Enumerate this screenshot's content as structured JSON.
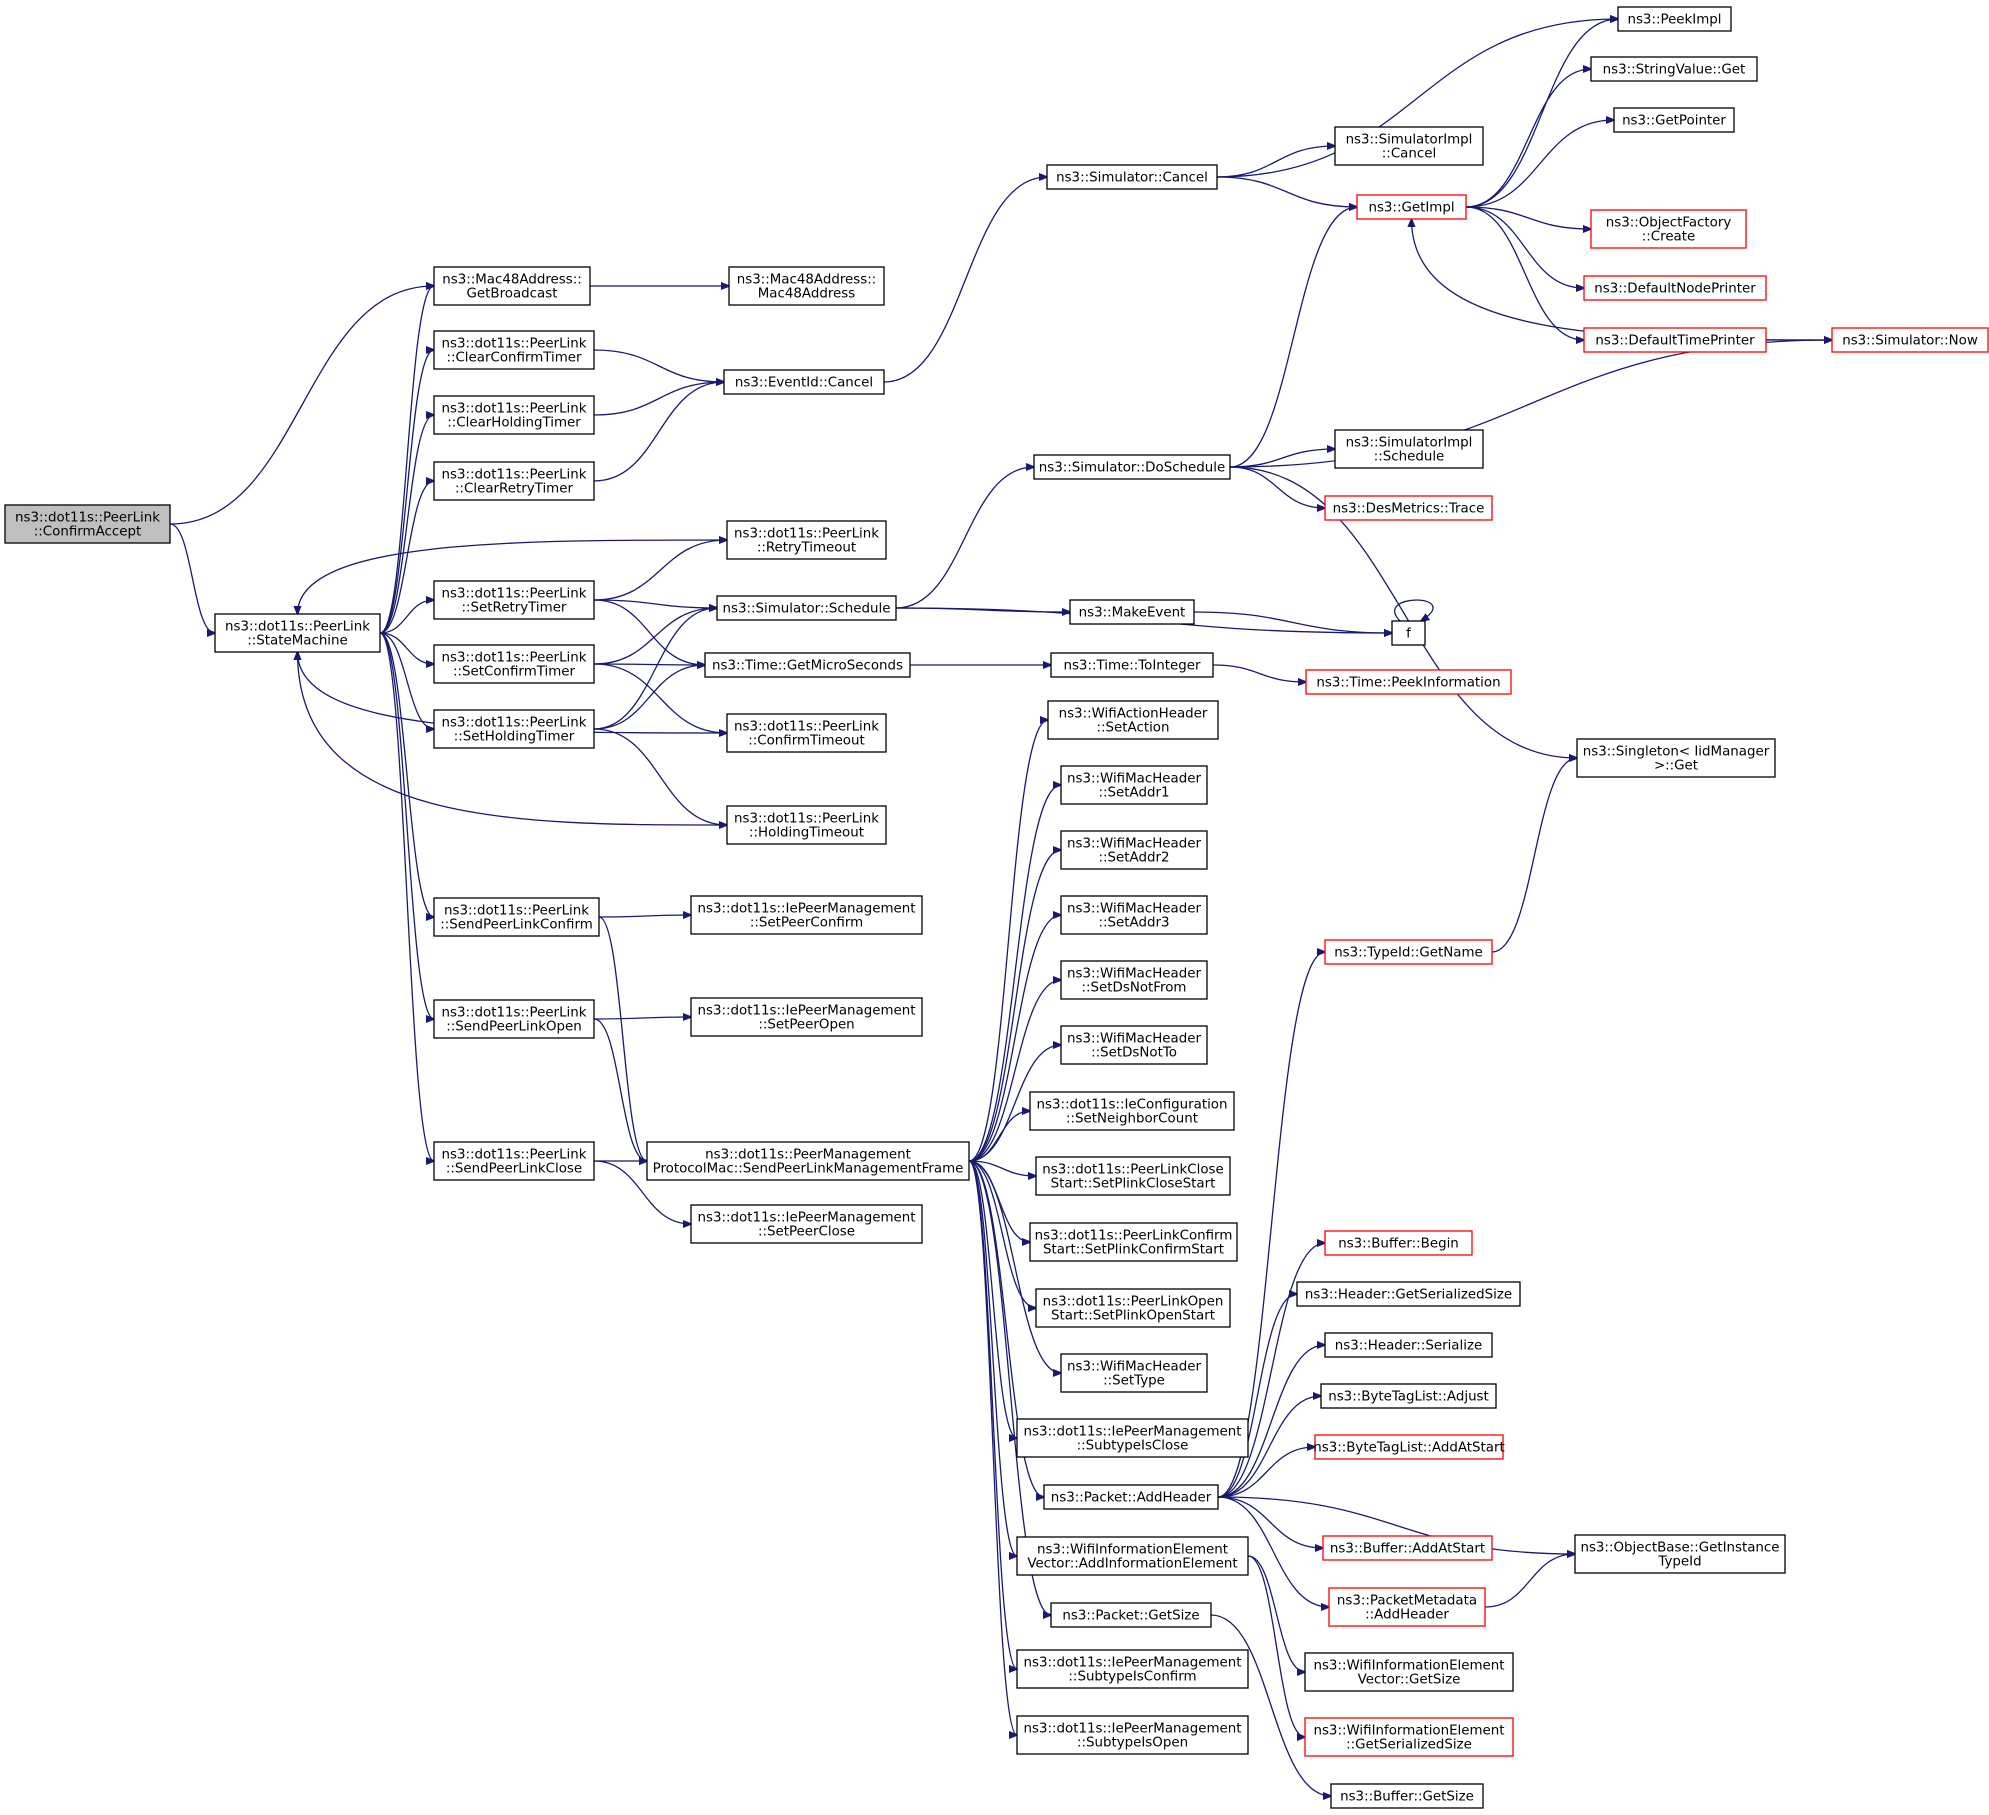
{
  "nodes": [
    {
      "id": "confirmAccept",
      "lines": [
        "ns3::dot11s::PeerLink",
        "::ConfirmAccept"
      ],
      "style": "root"
    },
    {
      "id": "stateMachine",
      "lines": [
        "ns3::dot11s::PeerLink",
        "::StateMachine"
      ],
      "style": "normal"
    },
    {
      "id": "getBroadcast",
      "lines": [
        "ns3::Mac48Address::",
        "GetBroadcast"
      ],
      "style": "normal"
    },
    {
      "id": "mac48ctor",
      "lines": [
        "ns3::Mac48Address::",
        "Mac48Address"
      ],
      "style": "normal"
    },
    {
      "id": "clearConfirm",
      "lines": [
        "ns3::dot11s::PeerLink",
        "::ClearConfirmTimer"
      ],
      "style": "normal"
    },
    {
      "id": "clearHolding",
      "lines": [
        "ns3::dot11s::PeerLink",
        "::ClearHoldingTimer"
      ],
      "style": "normal"
    },
    {
      "id": "clearRetry",
      "lines": [
        "ns3::dot11s::PeerLink",
        "::ClearRetryTimer"
      ],
      "style": "normal"
    },
    {
      "id": "eventCancel",
      "lines": [
        "ns3::EventId::Cancel"
      ],
      "style": "normal"
    },
    {
      "id": "simCancel",
      "lines": [
        "ns3::Simulator::Cancel"
      ],
      "style": "normal"
    },
    {
      "id": "peekImpl",
      "lines": [
        "ns3::PeekImpl"
      ],
      "style": "normal"
    },
    {
      "id": "stringGet",
      "lines": [
        "ns3::StringValue::Get"
      ],
      "style": "normal"
    },
    {
      "id": "getPointer",
      "lines": [
        "ns3::GetPointer"
      ],
      "style": "normal"
    },
    {
      "id": "simImplCancel",
      "lines": [
        "ns3::SimulatorImpl",
        "::Cancel"
      ],
      "style": "normal"
    },
    {
      "id": "getImpl",
      "lines": [
        "ns3::GetImpl"
      ],
      "style": "red"
    },
    {
      "id": "objFactory",
      "lines": [
        "ns3::ObjectFactory",
        "::Create"
      ],
      "style": "red"
    },
    {
      "id": "defNodePrinter",
      "lines": [
        "ns3::DefaultNodePrinter"
      ],
      "style": "red"
    },
    {
      "id": "defTimePrinter",
      "lines": [
        "ns3::DefaultTimePrinter"
      ],
      "style": "red"
    },
    {
      "id": "simNow",
      "lines": [
        "ns3::Simulator::Now"
      ],
      "style": "red"
    },
    {
      "id": "doSchedule",
      "lines": [
        "ns3::Simulator::DoSchedule"
      ],
      "style": "normal"
    },
    {
      "id": "simImplSchedule",
      "lines": [
        "ns3::SimulatorImpl",
        "::Schedule"
      ],
      "style": "normal"
    },
    {
      "id": "desTrace",
      "lines": [
        "ns3::DesMetrics::Trace"
      ],
      "style": "red"
    },
    {
      "id": "retryTimeout",
      "lines": [
        "ns3::dot11s::PeerLink",
        "::RetryTimeout"
      ],
      "style": "normal"
    },
    {
      "id": "setRetry",
      "lines": [
        "ns3::dot11s::PeerLink",
        "::SetRetryTimer"
      ],
      "style": "normal"
    },
    {
      "id": "simSchedule",
      "lines": [
        "ns3::Simulator::Schedule"
      ],
      "style": "normal"
    },
    {
      "id": "makeEvent",
      "lines": [
        "ns3::MakeEvent"
      ],
      "style": "normal"
    },
    {
      "id": "f",
      "lines": [
        "f"
      ],
      "style": "normal"
    },
    {
      "id": "setConfirm",
      "lines": [
        "ns3::dot11s::PeerLink",
        "::SetConfirmTimer"
      ],
      "style": "normal"
    },
    {
      "id": "getMicro",
      "lines": [
        "ns3::Time::GetMicroSeconds"
      ],
      "style": "normal"
    },
    {
      "id": "toInteger",
      "lines": [
        "ns3::Time::ToInteger"
      ],
      "style": "normal"
    },
    {
      "id": "peekInfo",
      "lines": [
        "ns3::Time::PeekInformation"
      ],
      "style": "red"
    },
    {
      "id": "setHolding",
      "lines": [
        "ns3::dot11s::PeerLink",
        "::SetHoldingTimer"
      ],
      "style": "normal"
    },
    {
      "id": "confirmTimeout",
      "lines": [
        "ns3::dot11s::PeerLink",
        "::ConfirmTimeout"
      ],
      "style": "normal"
    },
    {
      "id": "holdingTimeout",
      "lines": [
        "ns3::dot11s::PeerLink",
        "::HoldingTimeout"
      ],
      "style": "normal"
    },
    {
      "id": "singletonGet",
      "lines": [
        "ns3::Singleton< IidManager",
        ">::Get"
      ],
      "style": "normal"
    },
    {
      "id": "setAction",
      "lines": [
        "ns3::WifiActionHeader",
        "::SetAction"
      ],
      "style": "normal"
    },
    {
      "id": "setAddr1",
      "lines": [
        "ns3::WifiMacHeader",
        "::SetAddr1"
      ],
      "style": "normal"
    },
    {
      "id": "setAddr2",
      "lines": [
        "ns3::WifiMacHeader",
        "::SetAddr2"
      ],
      "style": "normal"
    },
    {
      "id": "setAddr3",
      "lines": [
        "ns3::WifiMacHeader",
        "::SetAddr3"
      ],
      "style": "normal"
    },
    {
      "id": "setDsNotFrom",
      "lines": [
        "ns3::WifiMacHeader",
        "::SetDsNotFrom"
      ],
      "style": "normal"
    },
    {
      "id": "setDsNotTo",
      "lines": [
        "ns3::WifiMacHeader",
        "::SetDsNotTo"
      ],
      "style": "normal"
    },
    {
      "id": "setNeighborCount",
      "lines": [
        "ns3::dot11s::IeConfiguration",
        "::SetNeighborCount"
      ],
      "style": "normal"
    },
    {
      "id": "setPlinkCloseStart",
      "lines": [
        "ns3::dot11s::PeerLinkClose",
        "Start::SetPlinkCloseStart"
      ],
      "style": "normal"
    },
    {
      "id": "setPlinkConfirmStart",
      "lines": [
        "ns3::dot11s::PeerLinkConfirm",
        "Start::SetPlinkConfirmStart"
      ],
      "style": "normal"
    },
    {
      "id": "setPlinkOpenStart",
      "lines": [
        "ns3::dot11s::PeerLinkOpen",
        "Start::SetPlinkOpenStart"
      ],
      "style": "normal"
    },
    {
      "id": "setType",
      "lines": [
        "ns3::WifiMacHeader",
        "::SetType"
      ],
      "style": "normal"
    },
    {
      "id": "subtypeIsClose",
      "lines": [
        "ns3::dot11s::IePeerManagement",
        "::SubtypeIsClose"
      ],
      "style": "normal"
    },
    {
      "id": "addHeader",
      "lines": [
        "ns3::Packet::AddHeader"
      ],
      "style": "normal"
    },
    {
      "id": "addInfoElement",
      "lines": [
        "ns3::WifiInformationElement",
        "Vector::AddInformationElement"
      ],
      "style": "normal"
    },
    {
      "id": "packetGetSize",
      "lines": [
        "ns3::Packet::GetSize"
      ],
      "style": "normal"
    },
    {
      "id": "subtypeIsConfirm",
      "lines": [
        "ns3::dot11s::IePeerManagement",
        "::SubtypeIsConfirm"
      ],
      "style": "normal"
    },
    {
      "id": "subtypeIsOpen",
      "lines": [
        "ns3::dot11s::IePeerManagement",
        "::SubtypeIsOpen"
      ],
      "style": "normal"
    },
    {
      "id": "sendConfirm",
      "lines": [
        "ns3::dot11s::PeerLink",
        "::SendPeerLinkConfirm"
      ],
      "style": "normal"
    },
    {
      "id": "setPeerConfirm",
      "lines": [
        "ns3::dot11s::IePeerManagement",
        "::SetPeerConfirm"
      ],
      "style": "normal"
    },
    {
      "id": "sendOpen",
      "lines": [
        "ns3::dot11s::PeerLink",
        "::SendPeerLinkOpen"
      ],
      "style": "normal"
    },
    {
      "id": "setPeerOpen",
      "lines": [
        "ns3::dot11s::IePeerManagement",
        "::SetPeerOpen"
      ],
      "style": "normal"
    },
    {
      "id": "sendClose",
      "lines": [
        "ns3::dot11s::PeerLink",
        "::SendPeerLinkClose"
      ],
      "style": "normal"
    },
    {
      "id": "sendMgmtFrame",
      "lines": [
        "ns3::dot11s::PeerManagement",
        "ProtocolMac::SendPeerLinkManagementFrame"
      ],
      "style": "normal"
    },
    {
      "id": "setPeerClose",
      "lines": [
        "ns3::dot11s::IePeerManagement",
        "::SetPeerClose"
      ],
      "style": "normal"
    },
    {
      "id": "typeIdGetName",
      "lines": [
        "ns3::TypeId::GetName"
      ],
      "style": "red"
    },
    {
      "id": "bufferBegin",
      "lines": [
        "ns3::Buffer::Begin"
      ],
      "style": "red"
    },
    {
      "id": "headerGetSerSize",
      "lines": [
        "ns3::Header::GetSerializedSize"
      ],
      "style": "normal"
    },
    {
      "id": "headerSerialize",
      "lines": [
        "ns3::Header::Serialize"
      ],
      "style": "normal"
    },
    {
      "id": "byteTagAdjust",
      "lines": [
        "ns3::ByteTagList::Adjust"
      ],
      "style": "normal"
    },
    {
      "id": "byteTagAddAtStart",
      "lines": [
        "ns3::ByteTagList::AddAtStart"
      ],
      "style": "red"
    },
    {
      "id": "bufferAddAtStart",
      "lines": [
        "ns3::Buffer::AddAtStart"
      ],
      "style": "red"
    },
    {
      "id": "getInstanceTypeId",
      "lines": [
        "ns3::ObjectBase::GetInstance",
        "TypeId"
      ],
      "style": "normal"
    },
    {
      "id": "metaAddHeader",
      "lines": [
        "ns3::PacketMetadata",
        "::AddHeader"
      ],
      "style": "red"
    },
    {
      "id": "wieVectorGetSize",
      "lines": [
        "ns3::WifiInformationElement",
        "Vector::GetSize"
      ],
      "style": "normal"
    },
    {
      "id": "wieGetSerSize",
      "lines": [
        "ns3::WifiInformationElement",
        "::GetSerializedSize"
      ],
      "style": "red"
    },
    {
      "id": "bufferGetSize",
      "lines": [
        "ns3::Buffer::GetSize"
      ],
      "style": "normal"
    }
  ],
  "edges": [
    [
      "confirmAccept",
      "getBroadcast"
    ],
    [
      "confirmAccept",
      "stateMachine"
    ],
    [
      "stateMachine",
      "getBroadcast"
    ],
    [
      "stateMachine",
      "clearConfirm"
    ],
    [
      "stateMachine",
      "clearHolding"
    ],
    [
      "stateMachine",
      "clearRetry"
    ],
    [
      "stateMachine",
      "setRetry"
    ],
    [
      "stateMachine",
      "setConfirm"
    ],
    [
      "stateMachine",
      "setHolding"
    ],
    [
      "stateMachine",
      "sendConfirm"
    ],
    [
      "stateMachine",
      "sendOpen"
    ],
    [
      "stateMachine",
      "sendClose"
    ],
    [
      "retryTimeout",
      "stateMachine"
    ],
    [
      "confirmTimeout",
      "stateMachine"
    ],
    [
      "holdingTimeout",
      "stateMachine"
    ],
    [
      "getBroadcast",
      "mac48ctor"
    ],
    [
      "clearConfirm",
      "eventCancel"
    ],
    [
      "clearHolding",
      "eventCancel"
    ],
    [
      "clearRetry",
      "eventCancel"
    ],
    [
      "eventCancel",
      "simCancel"
    ],
    [
      "simCancel",
      "peekImpl"
    ],
    [
      "simCancel",
      "simImplCancel"
    ],
    [
      "simCancel",
      "getImpl"
    ],
    [
      "getImpl",
      "peekImpl"
    ],
    [
      "getImpl",
      "stringGet"
    ],
    [
      "getImpl",
      "getPointer"
    ],
    [
      "getImpl",
      "objFactory"
    ],
    [
      "getImpl",
      "defNodePrinter"
    ],
    [
      "getImpl",
      "defTimePrinter"
    ],
    [
      "defTimePrinter",
      "simNow"
    ],
    [
      "simNow",
      "getImpl"
    ],
    [
      "setRetry",
      "retryTimeout"
    ],
    [
      "setRetry",
      "simSchedule"
    ],
    [
      "setRetry",
      "getMicro"
    ],
    [
      "setConfirm",
      "simSchedule"
    ],
    [
      "setConfirm",
      "getMicro"
    ],
    [
      "setConfirm",
      "confirmTimeout"
    ],
    [
      "setHolding",
      "simSchedule"
    ],
    [
      "setHolding",
      "getMicro"
    ],
    [
      "setHolding",
      "holdingTimeout"
    ],
    [
      "simSchedule",
      "doSchedule"
    ],
    [
      "simSchedule",
      "makeEvent"
    ],
    [
      "simSchedule",
      "f"
    ],
    [
      "makeEvent",
      "f"
    ],
    [
      "f",
      "f"
    ],
    [
      "doSchedule",
      "getImpl"
    ],
    [
      "doSchedule",
      "simNow"
    ],
    [
      "doSchedule",
      "simImplSchedule"
    ],
    [
      "doSchedule",
      "desTrace"
    ],
    [
      "doSchedule",
      "singletonGet"
    ],
    [
      "getMicro",
      "toInteger"
    ],
    [
      "toInteger",
      "peekInfo"
    ],
    [
      "sendConfirm",
      "setPeerConfirm"
    ],
    [
      "sendConfirm",
      "sendMgmtFrame"
    ],
    [
      "sendOpen",
      "setPeerOpen"
    ],
    [
      "sendOpen",
      "sendMgmtFrame"
    ],
    [
      "sendClose",
      "sendMgmtFrame"
    ],
    [
      "sendClose",
      "setPeerClose"
    ],
    [
      "sendMgmtFrame",
      "setAction"
    ],
    [
      "sendMgmtFrame",
      "setAddr1"
    ],
    [
      "sendMgmtFrame",
      "setAddr2"
    ],
    [
      "sendMgmtFrame",
      "setAddr3"
    ],
    [
      "sendMgmtFrame",
      "setDsNotFrom"
    ],
    [
      "sendMgmtFrame",
      "setDsNotTo"
    ],
    [
      "sendMgmtFrame",
      "setNeighborCount"
    ],
    [
      "sendMgmtFrame",
      "setPlinkCloseStart"
    ],
    [
      "sendMgmtFrame",
      "setPlinkConfirmStart"
    ],
    [
      "sendMgmtFrame",
      "setPlinkOpenStart"
    ],
    [
      "sendMgmtFrame",
      "setType"
    ],
    [
      "sendMgmtFrame",
      "subtypeIsClose"
    ],
    [
      "sendMgmtFrame",
      "addHeader"
    ],
    [
      "sendMgmtFrame",
      "addInfoElement"
    ],
    [
      "sendMgmtFrame",
      "packetGetSize"
    ],
    [
      "sendMgmtFrame",
      "subtypeIsConfirm"
    ],
    [
      "sendMgmtFrame",
      "subtypeIsOpen"
    ],
    [
      "addHeader",
      "typeIdGetName"
    ],
    [
      "addHeader",
      "bufferBegin"
    ],
    [
      "addHeader",
      "headerGetSerSize"
    ],
    [
      "addHeader",
      "headerSerialize"
    ],
    [
      "addHeader",
      "byteTagAdjust"
    ],
    [
      "addHeader",
      "byteTagAddAtStart"
    ],
    [
      "addHeader",
      "bufferAddAtStart"
    ],
    [
      "addHeader",
      "getInstanceTypeId"
    ],
    [
      "addHeader",
      "metaAddHeader"
    ],
    [
      "typeIdGetName",
      "singletonGet"
    ],
    [
      "metaAddHeader",
      "getInstanceTypeId"
    ],
    [
      "addInfoElement",
      "wieVectorGetSize"
    ],
    [
      "addInfoElement",
      "wieGetSerSize"
    ],
    [
      "packetGetSize",
      "bufferGetSize"
    ]
  ]
}
